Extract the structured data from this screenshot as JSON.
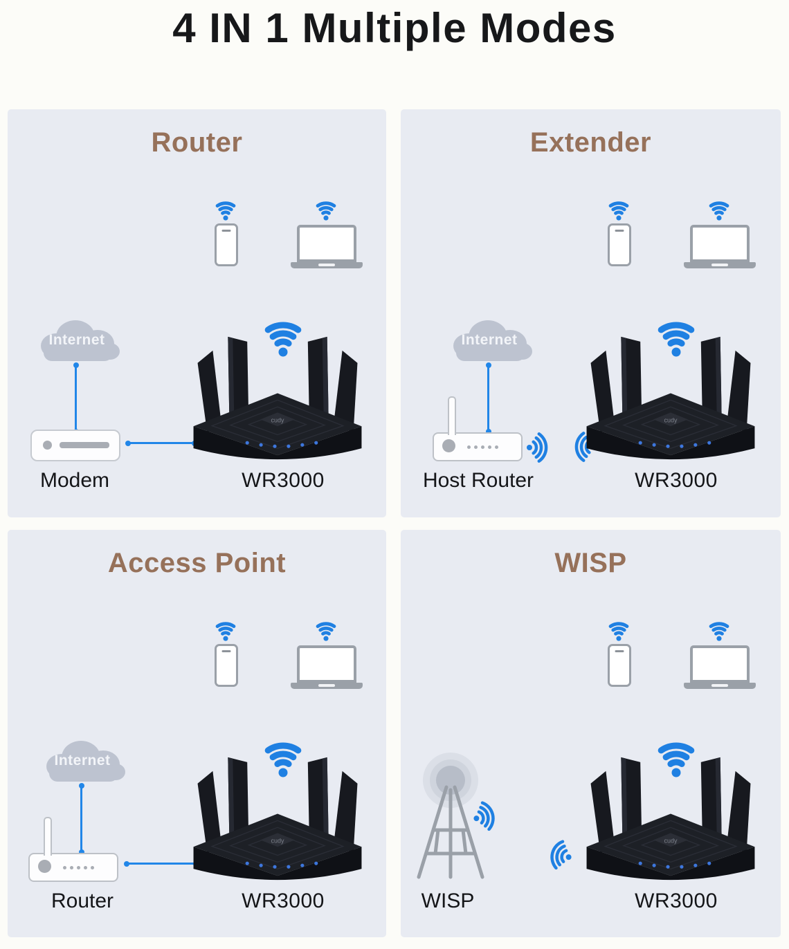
{
  "page": {
    "title": "4 IN 1 Multiple Modes",
    "router_logo": "cudy"
  },
  "colors": {
    "accent_blue": "#2186e8",
    "header_brown": "#96715a",
    "panel_background": "#e8ebf2",
    "cloud_gray": "#bdc3d0",
    "device_gray": "#9aa0a8",
    "text_black": "#17181a",
    "router_black": "#17191f"
  },
  "panels": [
    {
      "title": "Router",
      "cloud_label": "Internet",
      "source_label": "Modem",
      "router_label": "WR3000",
      "connection": "wired",
      "icons": [
        "wifi-icon",
        "smartphone-icon",
        "laptop-icon",
        "internet-cloud-icon",
        "modem-icon",
        "wr3000-router-image"
      ]
    },
    {
      "title": "Extender",
      "cloud_label": "Internet",
      "source_label": "Host Router",
      "router_label": "WR3000",
      "connection": "wireless",
      "icons": [
        "wifi-icon",
        "smartphone-icon",
        "laptop-icon",
        "internet-cloud-icon",
        "host-router-icon",
        "wireless-signal-icon",
        "wr3000-router-image"
      ]
    },
    {
      "title": "Access Point",
      "cloud_label": "Internet",
      "source_label": "Router",
      "router_label": "WR3000",
      "connection": "wired",
      "icons": [
        "wifi-icon",
        "smartphone-icon",
        "laptop-icon",
        "internet-cloud-icon",
        "router-icon",
        "wr3000-router-image"
      ]
    },
    {
      "title": "WISP",
      "source_label": "WISP",
      "router_label": "WR3000",
      "connection": "wireless",
      "icons": [
        "wifi-icon",
        "smartphone-icon",
        "laptop-icon",
        "wisp-tower-icon",
        "wireless-signal-icon",
        "wr3000-router-image"
      ]
    }
  ]
}
